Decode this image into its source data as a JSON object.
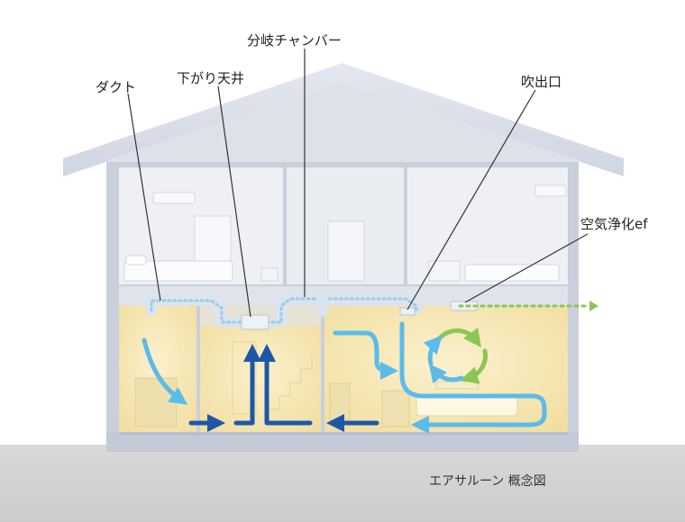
{
  "labels": {
    "duct": "ダクト",
    "lowered_ceiling": "下がり天井",
    "branch_chamber": "分岐チャンバー",
    "outlet": "吹出口",
    "air_purifier": "空気浄化ef"
  },
  "caption": "エアサルーン 概念図",
  "colors": {
    "air_flow_light": "#5bbbea",
    "air_flow_dark": "#1f57a8",
    "purifier_flow": "#8cc653",
    "floor_warm": "#f6e7b4",
    "ground": "#d4d4d4",
    "wall": "#c8ceda"
  }
}
